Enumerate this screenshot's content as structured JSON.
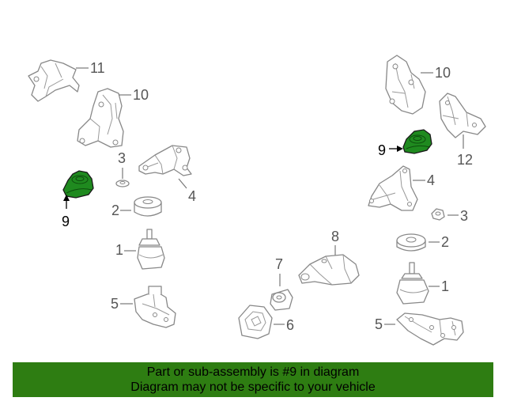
{
  "callouts": {
    "l_11": "11",
    "l_10": "10",
    "l_3": "3",
    "l_4": "4",
    "l_9": "9",
    "l_2": "2",
    "l_1": "1",
    "l_5": "5",
    "r_10": "10",
    "r_12": "12",
    "r_9": "9",
    "r_4": "4",
    "r_3": "3",
    "r_2": "2",
    "r_1": "1",
    "r_5": "5",
    "c_8": "8",
    "c_7": "7",
    "c_6": "6"
  },
  "highlight": {
    "part_number": "9",
    "color": "#1f8a1f"
  },
  "banner": {
    "line1": "Part or sub-assembly is #9 in diagram",
    "line2": "Diagram may not be specific to your vehicle",
    "color": "#2e7d12"
  }
}
